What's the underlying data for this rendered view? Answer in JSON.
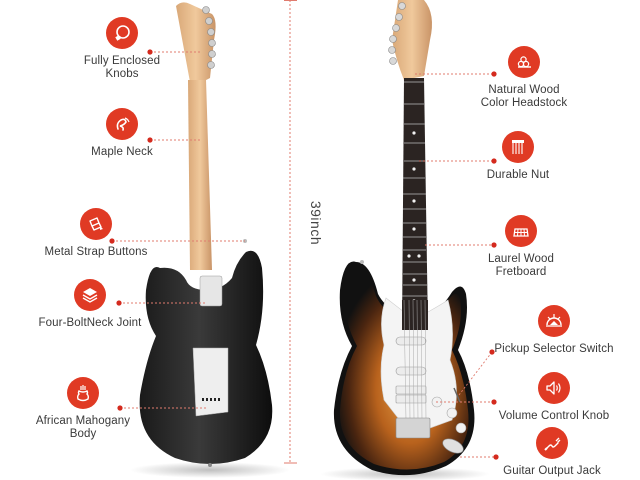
{
  "accent_color": "#e03a24",
  "dimension": {
    "label": "39inch"
  },
  "left_features": [
    {
      "id": "knobs",
      "icon": "knob-icon",
      "lines": [
        "Fully Enclosed",
        "Knobs"
      ]
    },
    {
      "id": "neck",
      "icon": "maple-leaf-icon",
      "lines": [
        "Maple Neck"
      ]
    },
    {
      "id": "strap",
      "icon": "strap-button-icon",
      "lines": [
        "Metal Strap Buttons"
      ]
    },
    {
      "id": "joint",
      "icon": "layers-icon",
      "lines": [
        "Four-BoltNeck Joint"
      ]
    },
    {
      "id": "body",
      "icon": "guitar-body-icon",
      "lines": [
        "African Mahogany",
        "Body"
      ]
    }
  ],
  "right_features": [
    {
      "id": "headstock",
      "icon": "wood-logs-icon",
      "lines": [
        "Natural Wood",
        "Color Headstock"
      ]
    },
    {
      "id": "nut",
      "icon": "nut-icon",
      "lines": [
        "Durable Nut"
      ]
    },
    {
      "id": "fretboard",
      "icon": "fretboard-grid-icon",
      "lines": [
        "Laurel Wood",
        "Fretboard"
      ]
    },
    {
      "id": "selector",
      "icon": "selector-wheel-icon",
      "lines": [
        "Pickup Selector Switch"
      ]
    },
    {
      "id": "volume",
      "icon": "speaker-volume-icon",
      "lines": [
        "Volume Control Knob"
      ]
    },
    {
      "id": "jack",
      "icon": "cable-jack-icon",
      "lines": [
        "Guitar Output Jack"
      ]
    }
  ]
}
